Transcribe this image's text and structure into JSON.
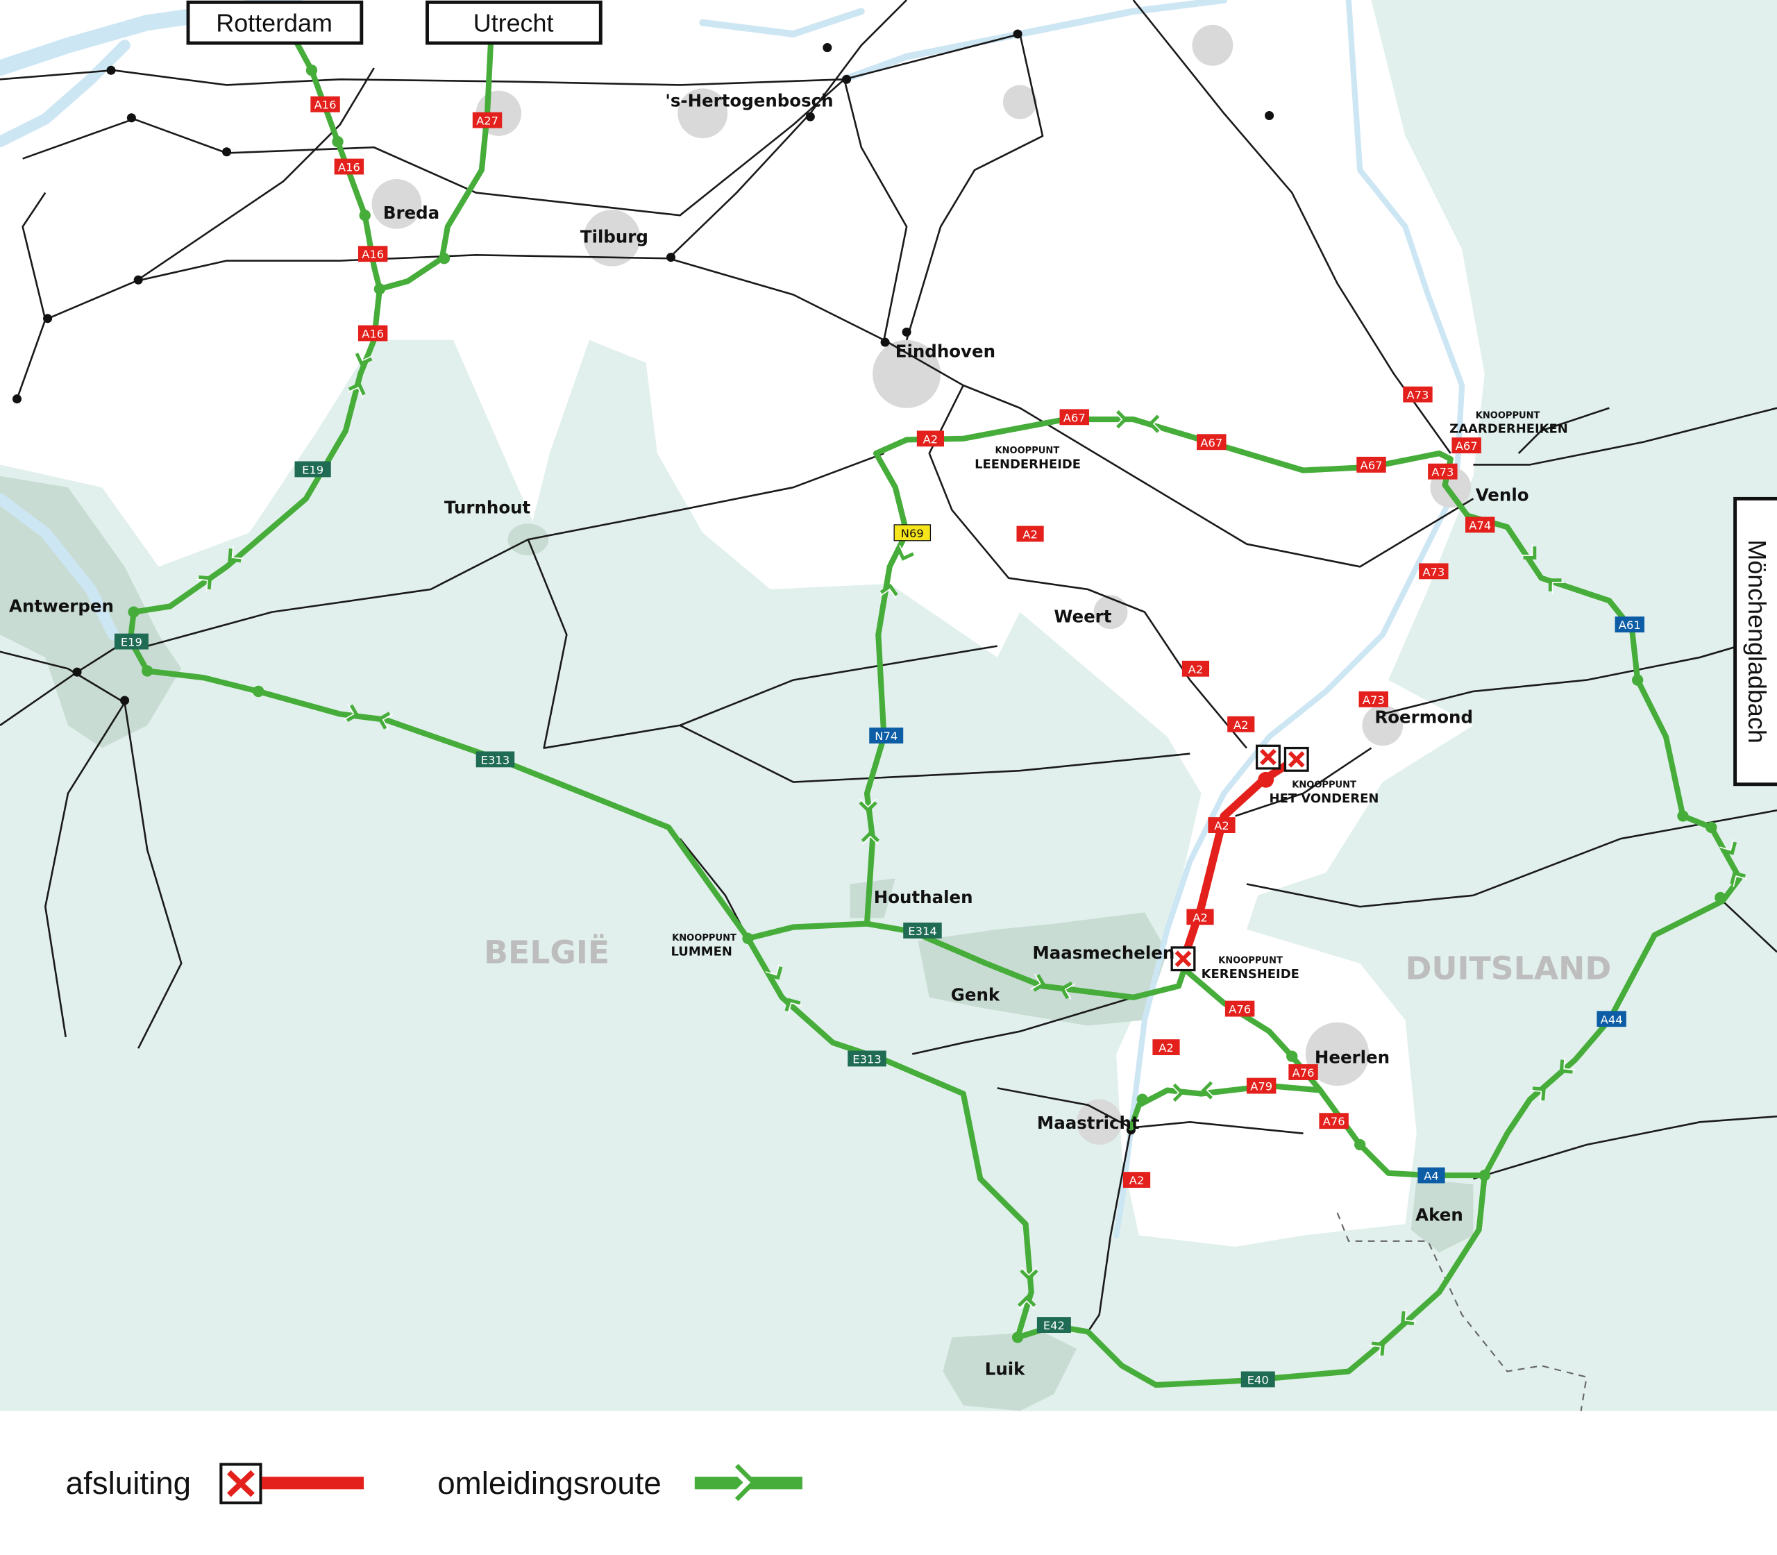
{
  "destinations": {
    "rotterdam": "Rotterdam",
    "utrecht": "Utrecht",
    "monchengladbach": "Mönchengladbach"
  },
  "countries": {
    "belgium": "BELGIË",
    "germany": "DUITSLAND"
  },
  "cities": {
    "shertogenbosch": "'s-Hertogenbosch",
    "breda": "Breda",
    "tilburg": "Tilburg",
    "eindhoven": "Eindhoven",
    "turnhout": "Turnhout",
    "antwerpen": "Antwerpen",
    "weert": "Weert",
    "venlo": "Venlo",
    "roermond": "Roermond",
    "houthalen": "Houthalen",
    "maasmechelen": "Maasmechelen",
    "genk": "Genk",
    "heerlen": "Heerlen",
    "maastricht": "Maastricht",
    "aken": "Aken",
    "luik": "Luik"
  },
  "interchanges": {
    "prefix": "KNOOPPUNT",
    "leenderheide": "LEENDERHEIDE",
    "zaarderheiken": "ZAARDERHEIKEN",
    "het_vonderen": "HET VONDEREN",
    "kerensheide": "KERENSHEIDE",
    "lummen": "LUMMEN"
  },
  "road_numbers": {
    "a16": "A16",
    "a27": "A27",
    "a2": "A2",
    "a67": "A67",
    "a73": "A73",
    "a74": "A74",
    "a76": "A76",
    "a79": "A79",
    "n69": "N69",
    "n74": "N74",
    "e19": "E19",
    "e313": "E313",
    "e314": "E314",
    "e42": "E42",
    "e40": "E40",
    "a61": "A61",
    "a44": "A44",
    "a4": "A4"
  },
  "legend": {
    "closure": "afsluiting",
    "detour": "omleidingsroute"
  },
  "colors": {
    "closure": "#e3201b",
    "detour": "#46ad3a",
    "abroad": "#e1f0ec",
    "water": "#cde6f4",
    "dutch_shield": "#e3201b",
    "euro_shield": "#1f6b54",
    "german_shield": "#0c5da5",
    "n_shield": "#f7e51b"
  }
}
